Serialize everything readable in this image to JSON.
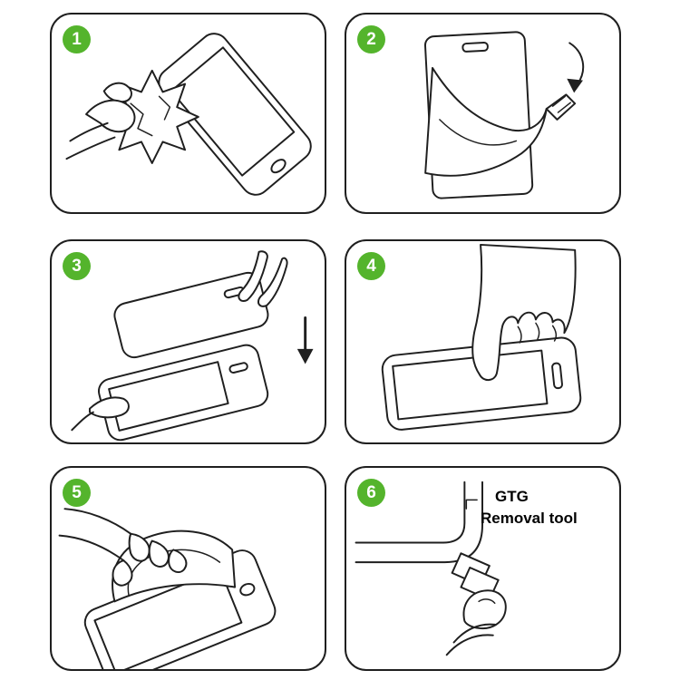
{
  "page": {
    "background": "#ffffff"
  },
  "style": {
    "accent_green": "#54b42c",
    "line_color": "#1f1f1f",
    "badge_text_color": "#ffffff",
    "page_background": "#ffffff"
  },
  "steps": [
    {
      "number": "1",
      "illustration": "wipe-screen-with-cloth"
    },
    {
      "number": "2",
      "illustration": "peel-protective-film-with-arrow"
    },
    {
      "number": "3",
      "illustration": "align-glass-over-phone-down-arrow"
    },
    {
      "number": "4",
      "illustration": "press-screen-center-with-finger"
    },
    {
      "number": "5",
      "illustration": "smooth-film-onto-screen"
    },
    {
      "number": "6",
      "illustration": "pry-corner-with-removal-tool",
      "label_line1": "GTG",
      "label_line2": "Removal tool"
    }
  ]
}
